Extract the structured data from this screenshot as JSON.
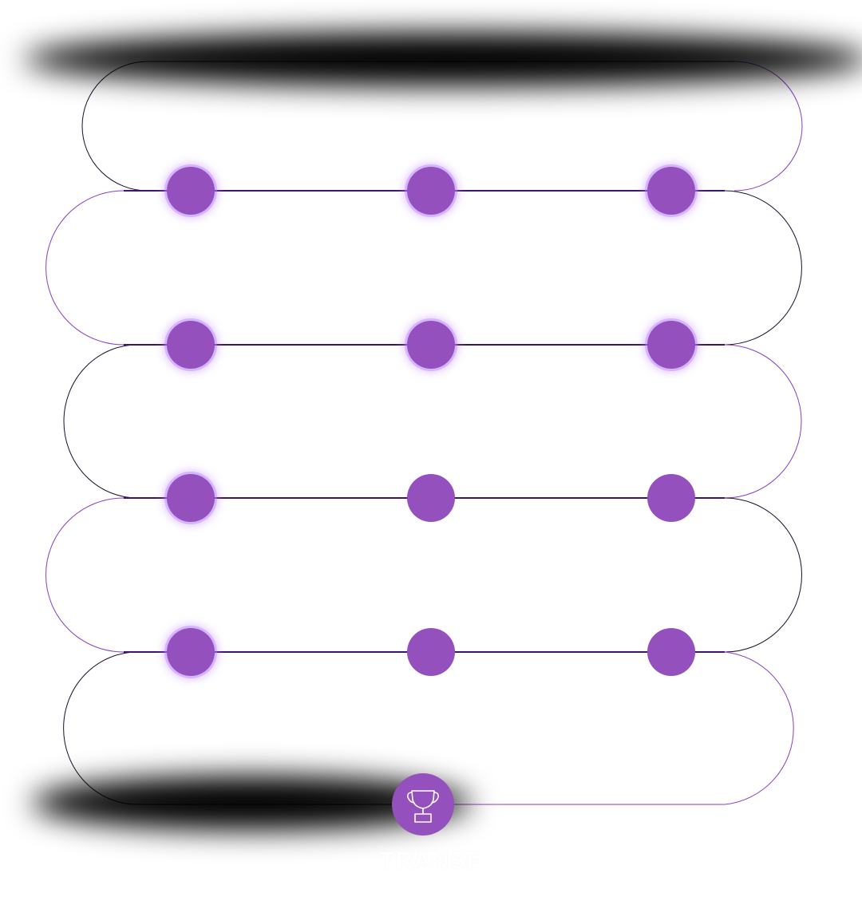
{
  "journey": {
    "accent_color": "#9450BD",
    "line_dark_color": "#1a0f2e",
    "line_purple_color": "#8b3fbf",
    "connector_color": "#3c1570",
    "glow_color": "#b678ff",
    "rows": [
      {
        "milestones": [
          "glowing",
          "glowing",
          "glowing"
        ]
      },
      {
        "milestones": [
          "glowing",
          "glowing",
          "glowing"
        ]
      },
      {
        "milestones": [
          "glowing",
          "plain",
          "plain"
        ]
      },
      {
        "milestones": [
          "glowing",
          "plain",
          "plain"
        ]
      }
    ],
    "final": {
      "icon": "trophy-icon",
      "label": "TRANSF"
    },
    "redactions": [
      "top-banner-blur",
      "bottom-left-blur"
    ]
  }
}
